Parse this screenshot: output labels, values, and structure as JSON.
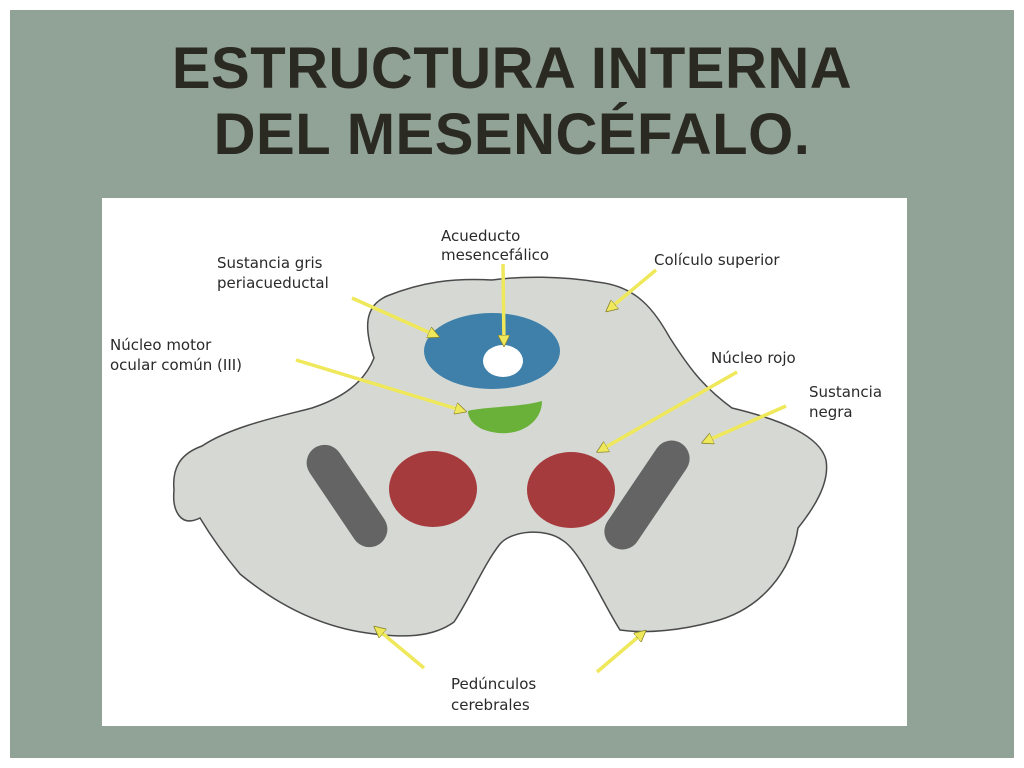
{
  "slide": {
    "title_line1": "ESTRUCTURA INTERNA",
    "title_line2": "DEL MESENCÉFALO."
  },
  "diagram": {
    "labels": {
      "acueducto_1": "Acueducto",
      "acueducto_2": "mesencefálico",
      "sustancia_gris_1": "Sustancia gris",
      "sustancia_gris_2": "periacueductal",
      "coliculo": "Colículo superior",
      "nucleo_motor_1": "Núcleo motor",
      "nucleo_motor_2": "ocular común (III)",
      "nucleo_rojo": "Núcleo rojo",
      "sustancia_negra_1": "Sustancia",
      "sustancia_negra_2": "negra",
      "pedunculos_1": "Pedúnculos",
      "pedunculos_2": "cerebrales"
    },
    "colors": {
      "background": "#91a297",
      "midbrain": "#d6d8d4",
      "periaqueductal_gray": "#3e80aa",
      "aqueduct": "#ffffff",
      "oculomotor_nucleus": "#6ab13a",
      "red_nucleus": "#a63b3e",
      "substantia_nigra": "#636463",
      "arrow": "#eee85a"
    }
  }
}
